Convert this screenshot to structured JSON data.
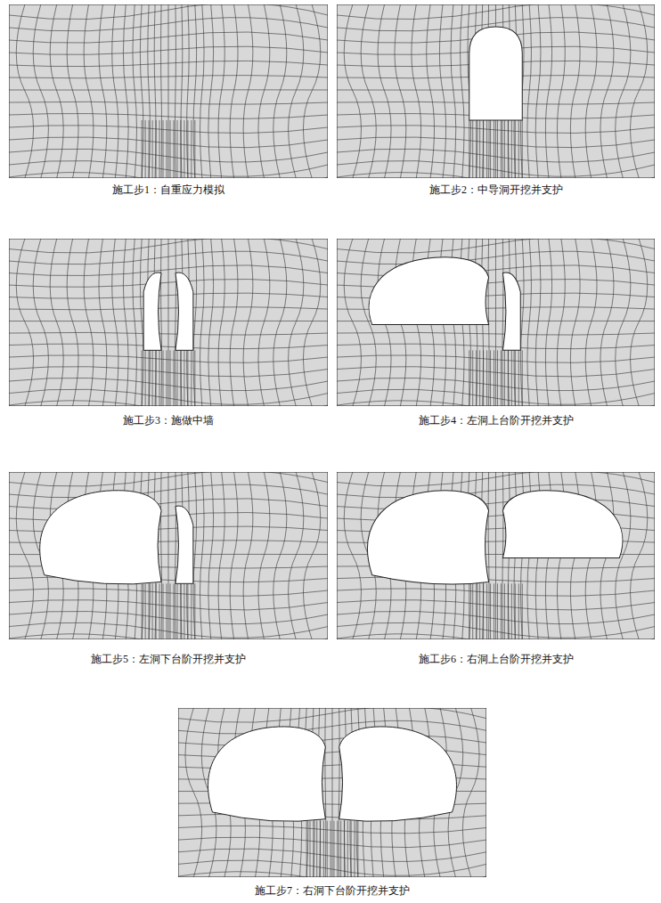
{
  "diagram": {
    "labels": [
      "施工步1：自重应力模拟",
      "施工步2：中导洞开挖并支护",
      "施工步3：施做中墙",
      "施工步4：左洞上台阶开挖并支护",
      "施工步5：左洞下台阶开挖并支护",
      "施工步6：右洞上台阶开挖并支护",
      "施工步7：右洞下台阶开挖并支护"
    ]
  }
}
